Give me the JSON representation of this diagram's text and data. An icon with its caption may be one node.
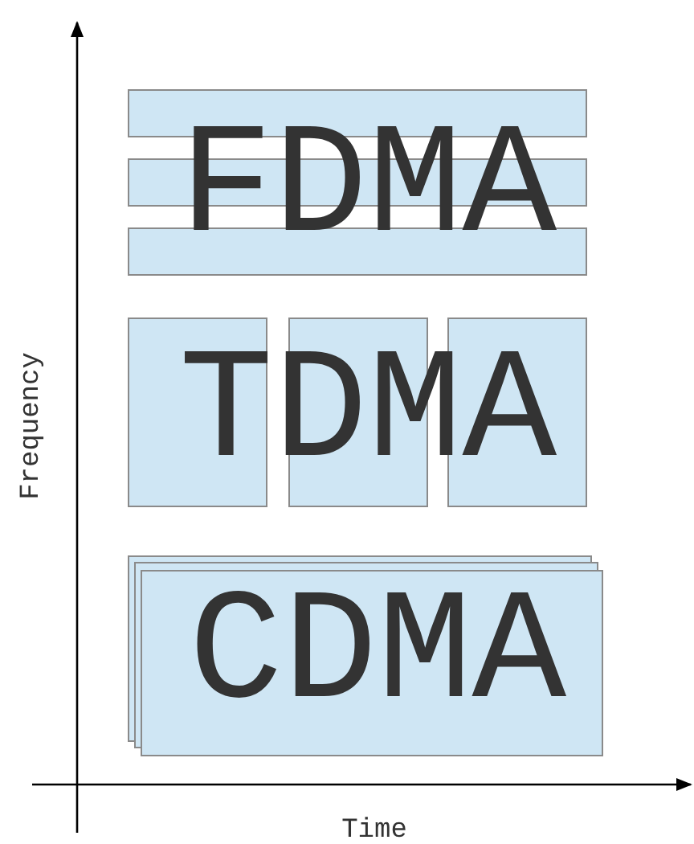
{
  "diagram": {
    "labels": [
      "FDMA",
      "TDMA",
      "Frequency",
      "CDMA",
      "Time"
    ]
  }
}
